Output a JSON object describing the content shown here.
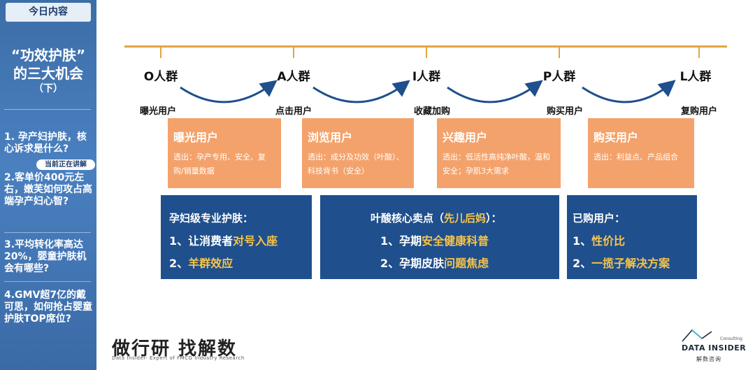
{
  "sidebar": {
    "tab": "今日内容",
    "title_line1": "“功效护肤”",
    "title_line2": "的三大机会",
    "title_line3": "（下）",
    "questions": [
      {
        "text": "1. 孕产妇护肤，核心诉求是什么?"
      },
      {
        "text": "2.客单价400元左右，嫩芙如何攻占高端孕产妇心智?"
      },
      {
        "text": "3.平均转化率高达20%，婴童护肤机会有哪些?"
      },
      {
        "text": "4.GMV超7亿的戴可思，如何抢占婴童护肤TOP席位?"
      }
    ],
    "current_badge": "当前正在讲解"
  },
  "timeline": {
    "nodes": [
      "O人群",
      "A人群",
      "I人群",
      "P人群",
      "L人群"
    ],
    "stages": [
      "曝光用户",
      "点击用户",
      "收藏加购",
      "购买用户",
      "复购用户"
    ]
  },
  "orange_cards": [
    {
      "title": "曝光用户",
      "body": "透出：孕产专用、安全、复购/销量数据"
    },
    {
      "title": "浏览用户",
      "body": "透出：成分及功效（叶酸）、科技背书（安全）"
    },
    {
      "title": "兴趣用户",
      "body": "透出：低活性高纯净叶酸，温和安全；孕肌3大需求"
    },
    {
      "title": "购买用户",
      "body": "透出：利益点、产品组合"
    }
  ],
  "blue_cards": [
    {
      "title": "孕妇级专业护肤：",
      "line1_prefix": "1、让消费者",
      "line1_hl": "对号入座",
      "line2_prefix": "2、",
      "line2_hl": "羊群效应"
    },
    {
      "title_prefix": "叶酸核心卖点（",
      "title_hl": "先儿后妈",
      "title_suffix": "）：",
      "line1_prefix": "1、孕期",
      "line1_hl": "安全健康科普",
      "line2_prefix": "2、孕期皮肤",
      "line2_hl": "问题焦虑"
    },
    {
      "title": "已购用户：",
      "line1_prefix": "1、",
      "line1_hl": "性价比",
      "line2_prefix": "2、",
      "line2_hl": "一揽子解决方案"
    }
  ],
  "footer": {
    "brand": "做行研 找解数",
    "brand_sub": "Data Insider- Expert of FMCG Industry Research",
    "logo_consulting": "Consulting",
    "logo_name": "DATA INSIDER",
    "logo_cn": "解数咨询"
  },
  "colors": {
    "sidebar": "#4a80c0",
    "timeline": "#e1a640",
    "orange_card": "#f4a26b",
    "blue_card": "#1f4f8c",
    "highlight": "#f7c44a",
    "arc": "#1f4f8c"
  }
}
